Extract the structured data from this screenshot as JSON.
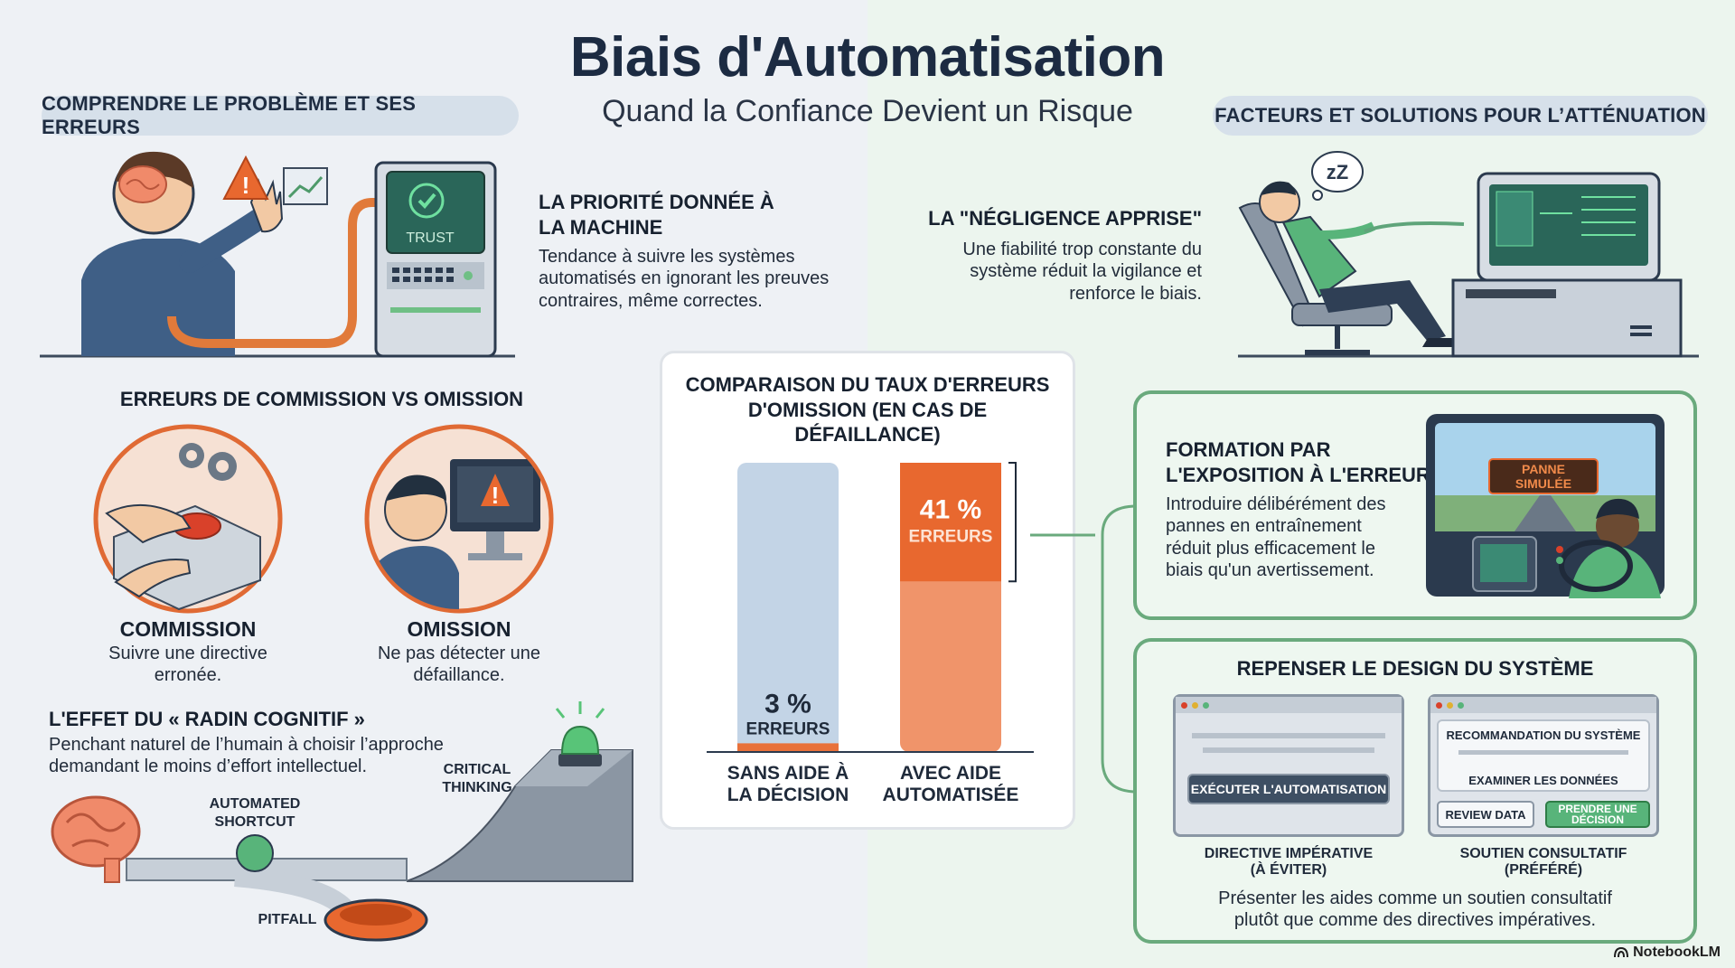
{
  "header": {
    "title": "Biais d'Automatisation",
    "subtitle": "Quand la Confiance Devient un Risque"
  },
  "left": {
    "pill": "COMPRENDRE LE PROBLÈME ET SES ERREURS",
    "trust_label": "TRUST",
    "priority": {
      "heading_line1": "LA PRIORITÉ DONNÉE À",
      "heading_line2": "LA MACHINE",
      "text_line1": "Tendance à suivre les systèmes",
      "text_line2": "automatisés en ignorant les preuves",
      "text_line3": "contraires, même correctes."
    },
    "errors": {
      "heading": "ERREURS DE COMMISSION VS OMISSION",
      "commission_title": "COMMISSION",
      "commission_line1": "Suivre une directive",
      "commission_line2": "erronée.",
      "omission_title": "OMISSION",
      "omission_line1": "Ne pas détecter une",
      "omission_line2": "défaillance."
    },
    "miser": {
      "heading": "L'EFFET DU « RADIN COGNITIF »",
      "text_line1": "Penchant naturel de l’humain à choisir l’approche",
      "text_line2": "demandant le moins d’effort intellectuel.",
      "critical_line1": "CRITICAL",
      "critical_line2": "THINKING",
      "shortcut_line1": "AUTOMATED",
      "shortcut_line2": "SHORTCUT",
      "pitfall": "PITFALL"
    }
  },
  "chart": {
    "title_line1": "COMPARAISON DU TAUX D'ERREURS",
    "title_line2": "D'OMISSION (EN CAS DE",
    "title_line3": "DÉFAILLANCE)",
    "bar1_value_label": "3 %",
    "bar1_sub_label": "ERREURS",
    "bar2_value_label": "41 %",
    "bar2_sub_label": "ERREURS",
    "cat1_line1": "SANS AIDE À",
    "cat1_line2": "LA DÉCISION",
    "cat2_line1": "AVEC AIDE",
    "cat2_line2": "AUTOMATISÉE"
  },
  "chart_data": {
    "type": "bar",
    "title": "COMPARAISON DU TAUX D'ERREURS D'OMISSION (EN CAS DE DÉFAILLANCE)",
    "categories": [
      "SANS AIDE À LA DÉCISION",
      "AVEC AIDE AUTOMATISÉE"
    ],
    "values": [
      3,
      41
    ],
    "unit": "%",
    "ylim": [
      0,
      100
    ],
    "colors": [
      "#c3d4e6",
      "#e8682f"
    ],
    "highlight_colors": [
      "#e8713a",
      "#e8682f"
    ],
    "base_colors": [
      "#c3d4e6",
      "#f0946a"
    ]
  },
  "right": {
    "pill": "FACTEURS ET SOLUTIONS POUR L’ATTÉNUATION",
    "negligence": {
      "heading": "LA \"NÉGLIGENCE APPRISE\"",
      "text_line1": "Une fiabilité trop constante du",
      "text_line2": "système réduit la vigilance et",
      "text_line3": "renforce le biais.",
      "sleep": "zZ"
    },
    "training": {
      "heading_line1": "FORMATION PAR",
      "heading_line2": "L'EXPOSITION À L'ERREUR",
      "text_line1": "Introduire délibérément des",
      "text_line2": "pannes en entraînement",
      "text_line3": "réduit plus efficacement le",
      "text_line4": "biais qu'un avertissement.",
      "sign_line1": "PANNE",
      "sign_line2": "SIMULÉE"
    },
    "design": {
      "heading": "REPENSER LE DESIGN DU SYSTÈME",
      "left_button": "EXÉCUTER L'AUTOMATISATION",
      "left_caption_line1": "DIRECTIVE IMPÉRATIVE",
      "left_caption_line2": "(À ÉVITER)",
      "right_header": "RECOMMANDATION DU SYSTÈME",
      "right_examine": "EXAMINER LES DONNÉES",
      "right_review": "REVIEW DATA",
      "right_decide_line1": "PRENDRE UNE",
      "right_decide_line2": "DÉCISION",
      "right_caption_line1": "SOUTIEN CONSULTATIF",
      "right_caption_line2": "(PRÉFÉRÉ)",
      "footer_line1": "Présenter les aides comme un soutien consultatif",
      "footer_line2": "plutôt que comme des directives impératives."
    }
  },
  "brand": "NotebookLM"
}
